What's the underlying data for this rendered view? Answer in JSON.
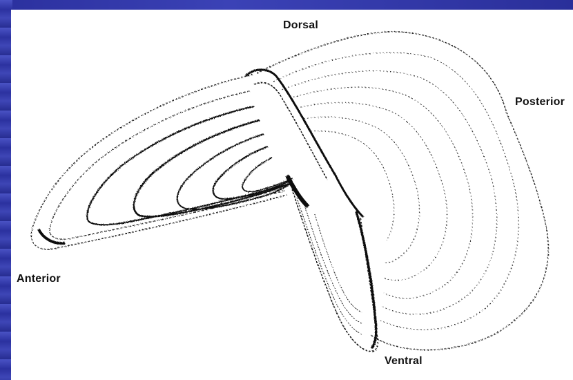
{
  "labels": {
    "dorsal": "Dorsal",
    "posterior": "Posterior",
    "anterior": "Anterior",
    "ventral": "Ventral"
  },
  "colors": {
    "slide_background": "#2c33a6",
    "panel": "#ffffff",
    "ink": "#111111"
  }
}
